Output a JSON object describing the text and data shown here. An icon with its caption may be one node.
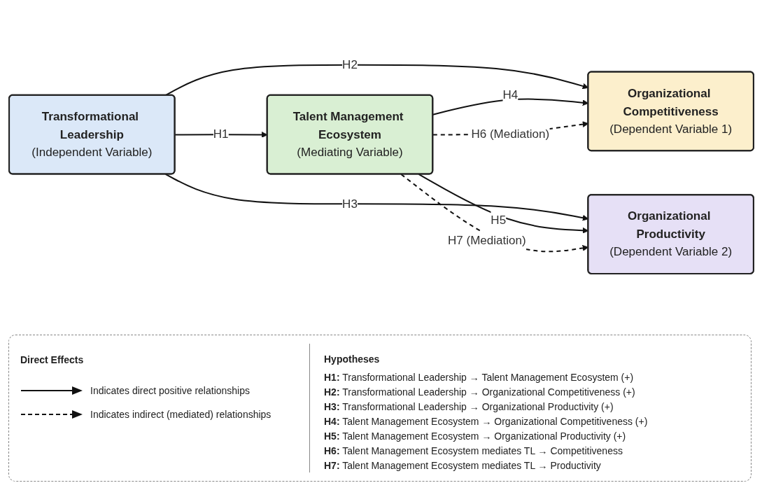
{
  "diagram": {
    "nodes": [
      {
        "text": [
          "Transformational Leadership",
          "(Independent Variable)"
        ]
      },
      {
        "text": [
          "Talent Management Ecosystem",
          "(Mediating Variable)"
        ]
      },
      {
        "text": [
          "Organizational Competitiveness",
          "(Dependent Variable 1)"
        ]
      },
      {
        "text": [
          "Organizational Productivity",
          "(Dependent Variable 2)"
        ]
      }
    ],
    "edges": [
      {
        "from": 0,
        "to": 1,
        "arrow": "to",
        "label": "H1"
      },
      {
        "from": 0,
        "to": 2,
        "arrow": "to",
        "label": "H2"
      },
      {
        "from": 0,
        "to": 3,
        "arrow": "to",
        "label": "H3"
      },
      {
        "from": 1,
        "to": 2,
        "arrow": "to",
        "label": "H4"
      },
      {
        "from": 1,
        "to": 3,
        "arrow": "to",
        "label": "H5"
      },
      {
        "from": 1,
        "to": 2,
        "arrow": "to",
        "label": "H6 (Mediation)",
        "style": "dashed"
      },
      {
        "from": 1,
        "to": 3,
        "arrow": "to",
        "label": "H7 (Mediation)",
        "style": "dashed"
      }
    ],
    "labels": [
      "Direct Effects",
      "Hypotheses",
      "**H1:** Transformational Leadership → Talent Management Ecosystem (+)",
      "**H2:** Transformational Leadership → Organizational Competitiveness (+)",
      "**H3:** Transformational Leadership → Organizational Productivity (+)",
      "**H4:** Talent Management Ecosystem → Organizational Competitiveness (+)",
      "**H5:** Talent Management Ecosystem → Organizational Productivity (+)",
      "**H6:** Talent Management Ecosystem mediates TL → Competitiveness",
      "**H7:** Talent Management Ecosystem mediates TL → Productivity"
    ],
    "legend": [
      {
        "text": "Indicates direct positive relationships"
      },
      {
        "text": "Indicates indirect (mediated) relationships"
      }
    ]
  }
}
